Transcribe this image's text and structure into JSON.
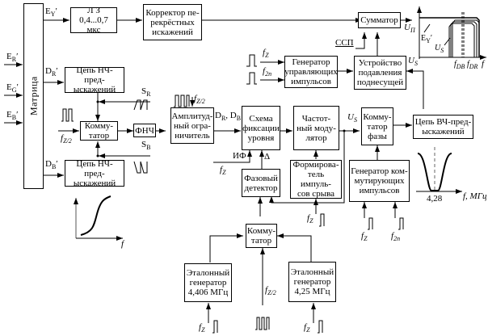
{
  "diagram": {
    "blocks": {
      "matrix": "Матрица",
      "delay_line": "Л З\n0,4...0,7 мкс",
      "crosstalk_corrector": "Корректор пе-\nрекрёстных\nискажений",
      "summator": "Сумматор",
      "control_pulse_gen": "Генератор\nуправляющих\nимпульсов",
      "subcarrier_suppressor": "Устройство\nподавления\nподнесущей",
      "lf_preemphasis_r": "Цепь НЧ-пред-\nыскажений",
      "lf_preemphasis_b": "Цепь НЧ-пред-\nыскажений",
      "commutator_1": "Комму-\nтатор",
      "lpf": "ФНЧ",
      "amplitude_limiter": "Амплитуд-\nный огра-\nничитель",
      "level_clamp": "Схема\nфиксации\nуровня",
      "fm_modulator": "Частот-\nный моду-\nлятор",
      "phase_commutator": "Комму-\nтатор\nфазы",
      "hf_preemphasis": "Цепь ВЧ-пред-\nыскажений",
      "phase_detector": "Фазовый\nдетектор",
      "blanking_pulse_former": "Формирова-\nтель импуль-\nсов срыва",
      "switching_pulse_gen": "Генератор ком-\nмутирующих\nимпульсов",
      "commutator_2": "Комму-\nтатор",
      "ref_gen_1": "Эталонный\nгенератор\n4,406 МГц",
      "ref_gen_2": "Эталонный\nгенератор\n4,25 МГц"
    },
    "signals": {
      "e_r": "E′R",
      "e_g": "E′G",
      "e_b": "E′B",
      "e_y": "E′Y",
      "d_r": "D′R",
      "d_b": "D′B",
      "s_r": "SR",
      "s_b": "SB",
      "fz2": "fZ/2",
      "fz": "fZ",
      "f2n": "f2n",
      "drdb": "D′R, D′B",
      "if_label": "ИФ",
      "delta": "Δ",
      "u_s": "US",
      "u_p": "UП",
      "ssp": "ССП"
    },
    "text": {
      "e_r_main": "E",
      "e_r_sub": "R",
      "e_g_main": "E",
      "e_g_sub": "G",
      "e_b_main": "E",
      "e_b_sub": "B",
      "e_y_main": "E",
      "e_y_sub": "Y",
      "d_r_main": "D",
      "d_r_sub": "R",
      "d_b_main": "D",
      "d_b_sub": "B",
      "s_main": "S",
      "s_r_sub": "R",
      "s_b_sub": "B",
      "f_main": "f",
      "z2_sub": "Z/2",
      "z_sub": "Z",
      "2n_sub": "2n",
      "d_rb_1": "D",
      "d_rb_sub1": "R",
      "d_rb_2": ", D",
      "d_rb_sub2": "B",
      "if_label": "ИФ",
      "delta": "Δ",
      "u_main": "U",
      "u_s_sub": "S",
      "u_p_sub": "П",
      "ssp": "ССП",
      "f_axis": "f",
      "hf_freq": "4,28",
      "hf_axis": "f, МГц",
      "spec_ey_main": "E",
      "spec_ey_sub": "Y",
      "spec_us_main": "U",
      "spec_us_sub": "S",
      "spec_fdb_main": "f",
      "spec_fdb_sub": "DB",
      "spec_fdr_main": "f",
      "spec_fdr_sub": "DR",
      "spec_f": "f"
    }
  }
}
